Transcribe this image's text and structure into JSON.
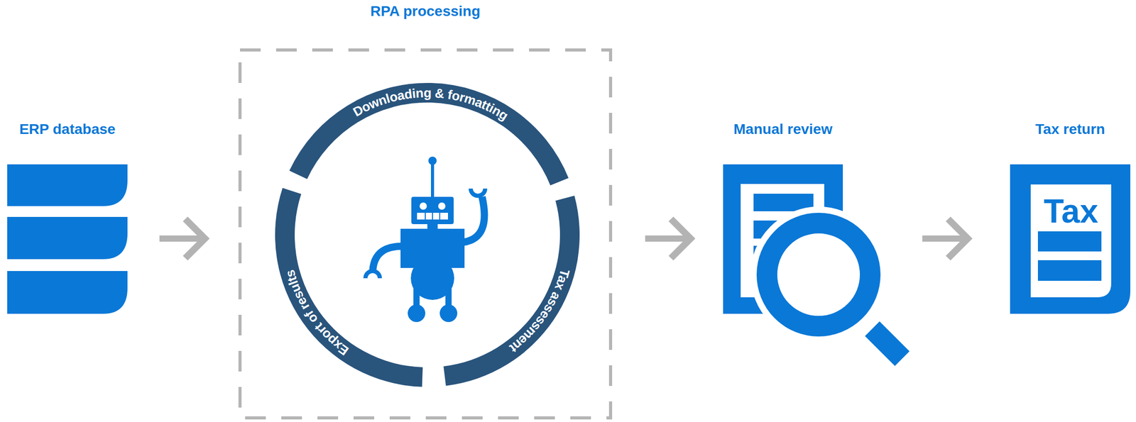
{
  "diagram": {
    "nodes": [
      {
        "text": [
          "ERP database"
        ]
      },
      {
        "text": [
          "RPA processing"
        ]
      },
      {
        "text": [
          "Downloading & formatting"
        ],
        "in": 1
      },
      {
        "text": [
          "Tax assessment"
        ],
        "in": 1
      },
      {
        "text": [
          "Export of results"
        ],
        "in": 1
      },
      {
        "text": [
          "Manual review"
        ]
      },
      {
        "text": [
          "Tax return",
          "Tax"
        ]
      }
    ],
    "edges": [
      {
        "from": 0,
        "to": 1,
        "arrow": "to"
      },
      {
        "from": 1,
        "to": 5,
        "arrow": "to"
      },
      {
        "from": 5,
        "to": 6,
        "arrow": "to"
      }
    ]
  }
}
